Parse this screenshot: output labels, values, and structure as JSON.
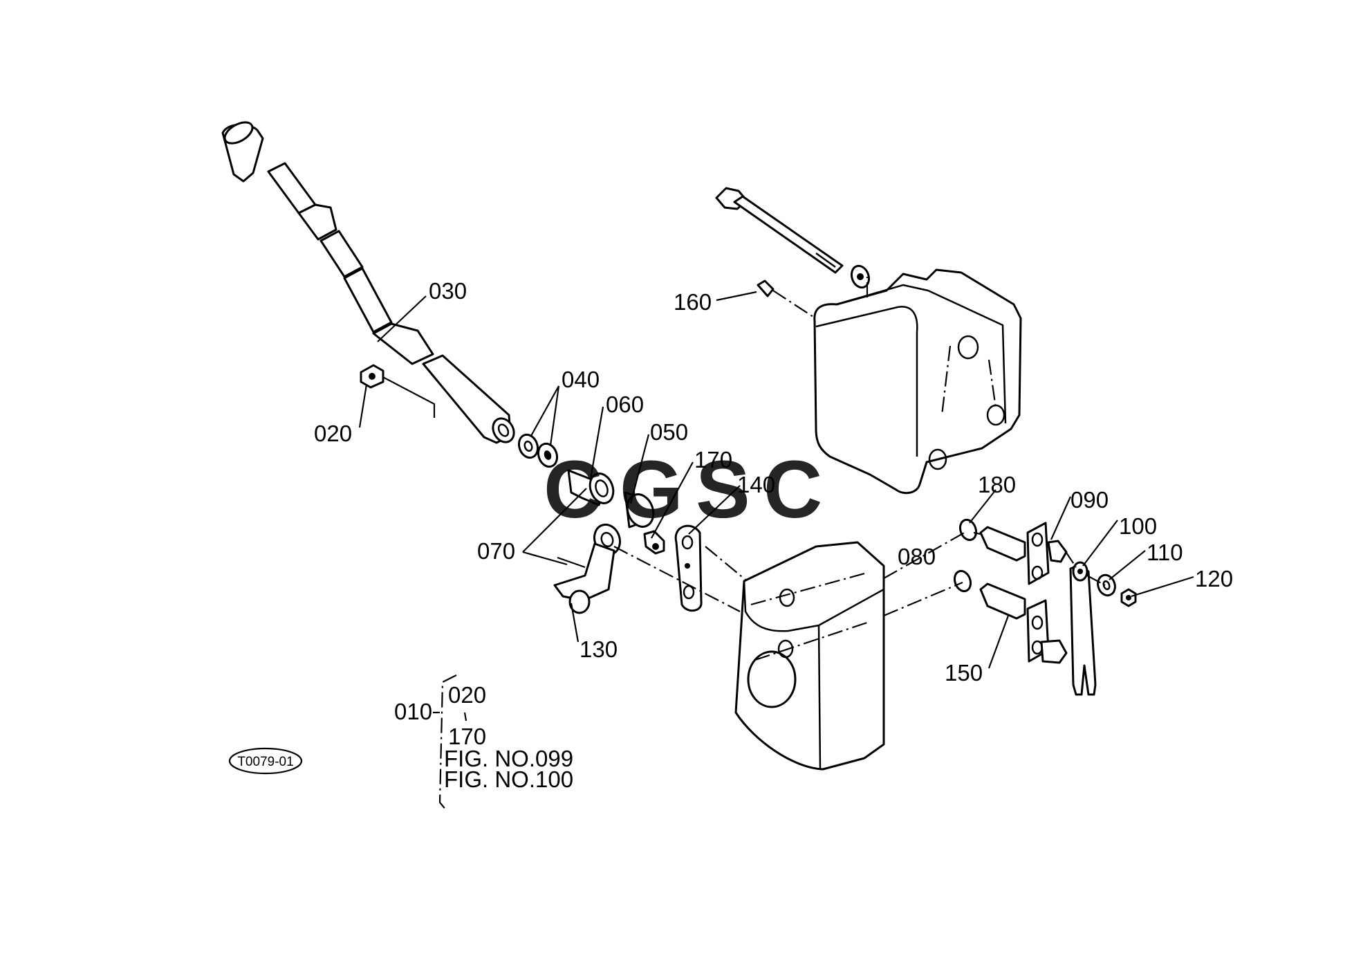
{
  "diagram": {
    "part_labels": {
      "p010": "010",
      "p020": "020",
      "p030": "030",
      "p040": "040",
      "p050": "050",
      "p060": "060",
      "p070": "070",
      "p080": "080",
      "p090": "090",
      "p100": "100",
      "p110": "110",
      "p120": "120",
      "p130": "130",
      "p140": "140",
      "p150": "150",
      "p160": "160",
      "p170": "170",
      "p180": "180"
    },
    "assembly_bracket": {
      "items": [
        "020",
        "170",
        "FIG. NO.099",
        "FIG. NO.100"
      ]
    },
    "figure_code": "T0079-01",
    "watermark": {
      "letters": [
        "C",
        "G",
        "S",
        "C"
      ],
      "colors": [
        "#4a86e8",
        "#e06666",
        "#f6d55c",
        "#57bb8a"
      ]
    }
  }
}
